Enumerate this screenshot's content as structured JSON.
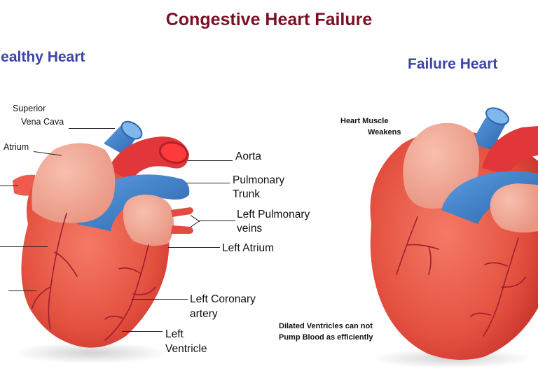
{
  "title": "Congestive Heart Failure",
  "healthy": {
    "heading": "Healthy Heart",
    "labels": {
      "svc_line1": "Superior",
      "svc_line2": "Vena Cava",
      "atrium": "Atrium",
      "aorta": "Aorta",
      "pulm_trunk_line1": "Pulmonary",
      "pulm_trunk_line2": "Trunk",
      "pulm_veins_line1": "Left Pulmonary",
      "pulm_veins_line2": "veins",
      "left_atrium": "Left Atrium",
      "coronary_line1": "Left Coronary",
      "coronary_line2": "artery",
      "ventricle_line1": "Left",
      "ventricle_line2": "Ventricle"
    }
  },
  "failure": {
    "heading": "Failure Heart",
    "notes": {
      "muscle_line1": "Heart Muscle",
      "muscle_line2": "Weakens",
      "dilated_line1": "Dilated Ventricles can not",
      "dilated_line2": "Pump Blood as efficiently"
    }
  },
  "colors": {
    "title": "#7a1024",
    "heading": "#3c44a8",
    "muscle": "#e8564a",
    "muscle_dark": "#c8342c",
    "atrium_tissue": "#f2a493",
    "vein_blue": "#3a78c4",
    "artery_red": "#e2373a",
    "vessel_lines": "#9a2030"
  }
}
